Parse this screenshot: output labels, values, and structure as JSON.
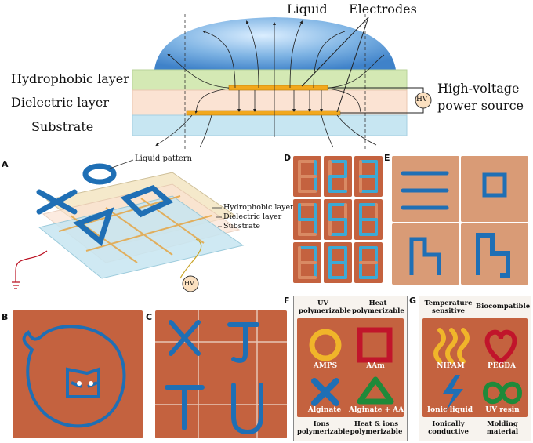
{
  "schematic": {
    "liquid": "Liquid",
    "electrodes": "Electrodes",
    "hydrophobic": "Hydrophobic layer",
    "dielectric": "Dielectric layer",
    "substrate": "Substrate",
    "hv": "HV",
    "power_line1": "High-voltage",
    "power_line2": "power source"
  },
  "panelA": {
    "letter": "A",
    "liquid_pattern": "Liquid pattern",
    "hydrophobic": "Hydrophobic layer",
    "dielectric": "Dielectric layer",
    "substrate": "Substrate",
    "hv": "HV"
  },
  "panelB": {
    "letter": "B"
  },
  "panelC": {
    "letter": "C"
  },
  "panelD": {
    "letter": "D"
  },
  "panelE": {
    "letter": "E"
  },
  "panelF": {
    "letter": "F",
    "uv_polymerizable": "UV polymerizable",
    "heat_polymerizable": "Heat polymerizable",
    "amps": "AMPS",
    "aam": "AAm",
    "alginate": "Alginate",
    "alginate_aam": "Alginate + AAm",
    "ions_polymerizable": "Ions polymerizable",
    "heat_ions_polymerizable": "Heat & ions polymerizable"
  },
  "panelG": {
    "letter": "G",
    "temperature_sensitive": "Temperature sensitive",
    "biocompatible": "Biocompatible",
    "nipam": "NIPAM",
    "pegda": "PEGDA",
    "ionic_liquid": "Ionic liquid",
    "uv_resin": "UV resin",
    "ionically_conductive": "Ionically conductive",
    "molding_material": "Molding material"
  },
  "colors": {
    "photo_bg": "#c4623f",
    "liquid_blue": "#1f6fb5",
    "electrode": "#f2a81d",
    "hydrophobic": "#d4e9b4",
    "dielectric": "#fbe3d3",
    "substrate": "#c7e6f2"
  }
}
